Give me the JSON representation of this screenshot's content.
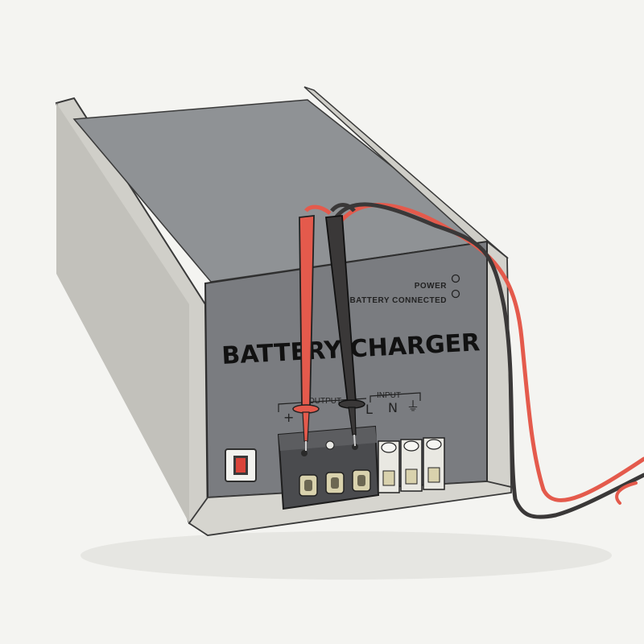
{
  "device": {
    "title": "BATTERY CHARGER",
    "indicators": [
      {
        "label": "POWER"
      },
      {
        "label": "BATTERY CONNECTED"
      }
    ],
    "terminals": {
      "output_label": "OUTPUT",
      "input_label": "INPUT",
      "output_symbol": "+",
      "input_symbols": [
        "L",
        "N",
        "⏚"
      ]
    }
  },
  "colors": {
    "background": "#f4f4f1",
    "case_light": "#c9c8c2",
    "case_top": "#8f9295",
    "front_panel": "#7a7c80",
    "terminal_block": "#4a4b4e",
    "terminal_insert": "#d9d2ad",
    "probe_red": "#e45a4c",
    "probe_black": "#3a3838"
  }
}
